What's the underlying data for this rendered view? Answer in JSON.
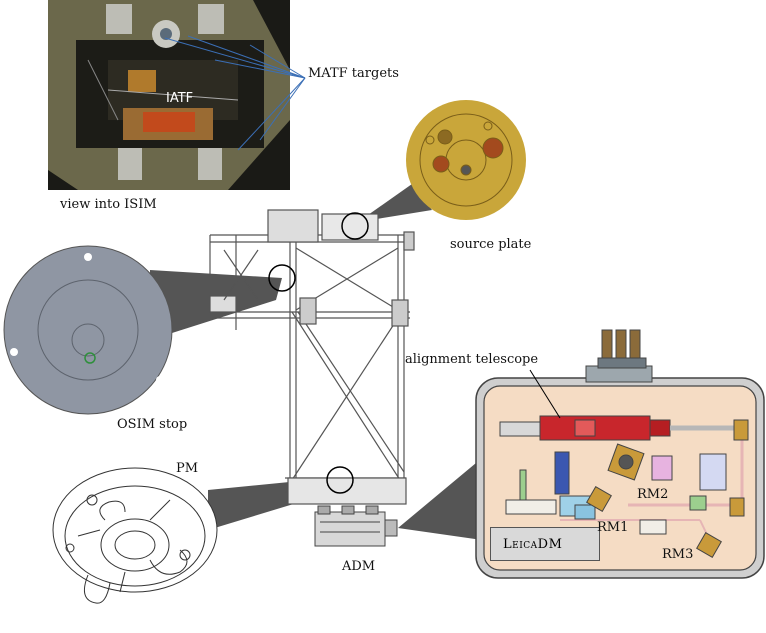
{
  "labels": {
    "matf_targets": "MATF targets",
    "iatf": "IATF",
    "view_into_isim": "view into ISIM",
    "source_plate": "source plate",
    "osim_stop": "OSIM stop",
    "pm": "PM",
    "adm": "ADM",
    "alignment_telescope": "alignment telescope",
    "rm1": "RM1",
    "rm2": "RM2",
    "rm3": "RM3",
    "leica_dm": "LeicaDM"
  },
  "colors": {
    "callout_gray": "#555555",
    "source_plate_fill": "#c9a63a",
    "osim_stop_fill": "#8f96a3",
    "bench_fill": "#f5dcc4",
    "telescope_red": "#c8262c",
    "photo_bg": "#6d6a4e",
    "leader_blue": "#3b6fb6"
  },
  "icons": {
    "source_plate": "circular-plate-icon",
    "osim_stop": "circular-stop-icon",
    "pm": "mirror-drawing-icon",
    "adm": "module-box-icon"
  }
}
